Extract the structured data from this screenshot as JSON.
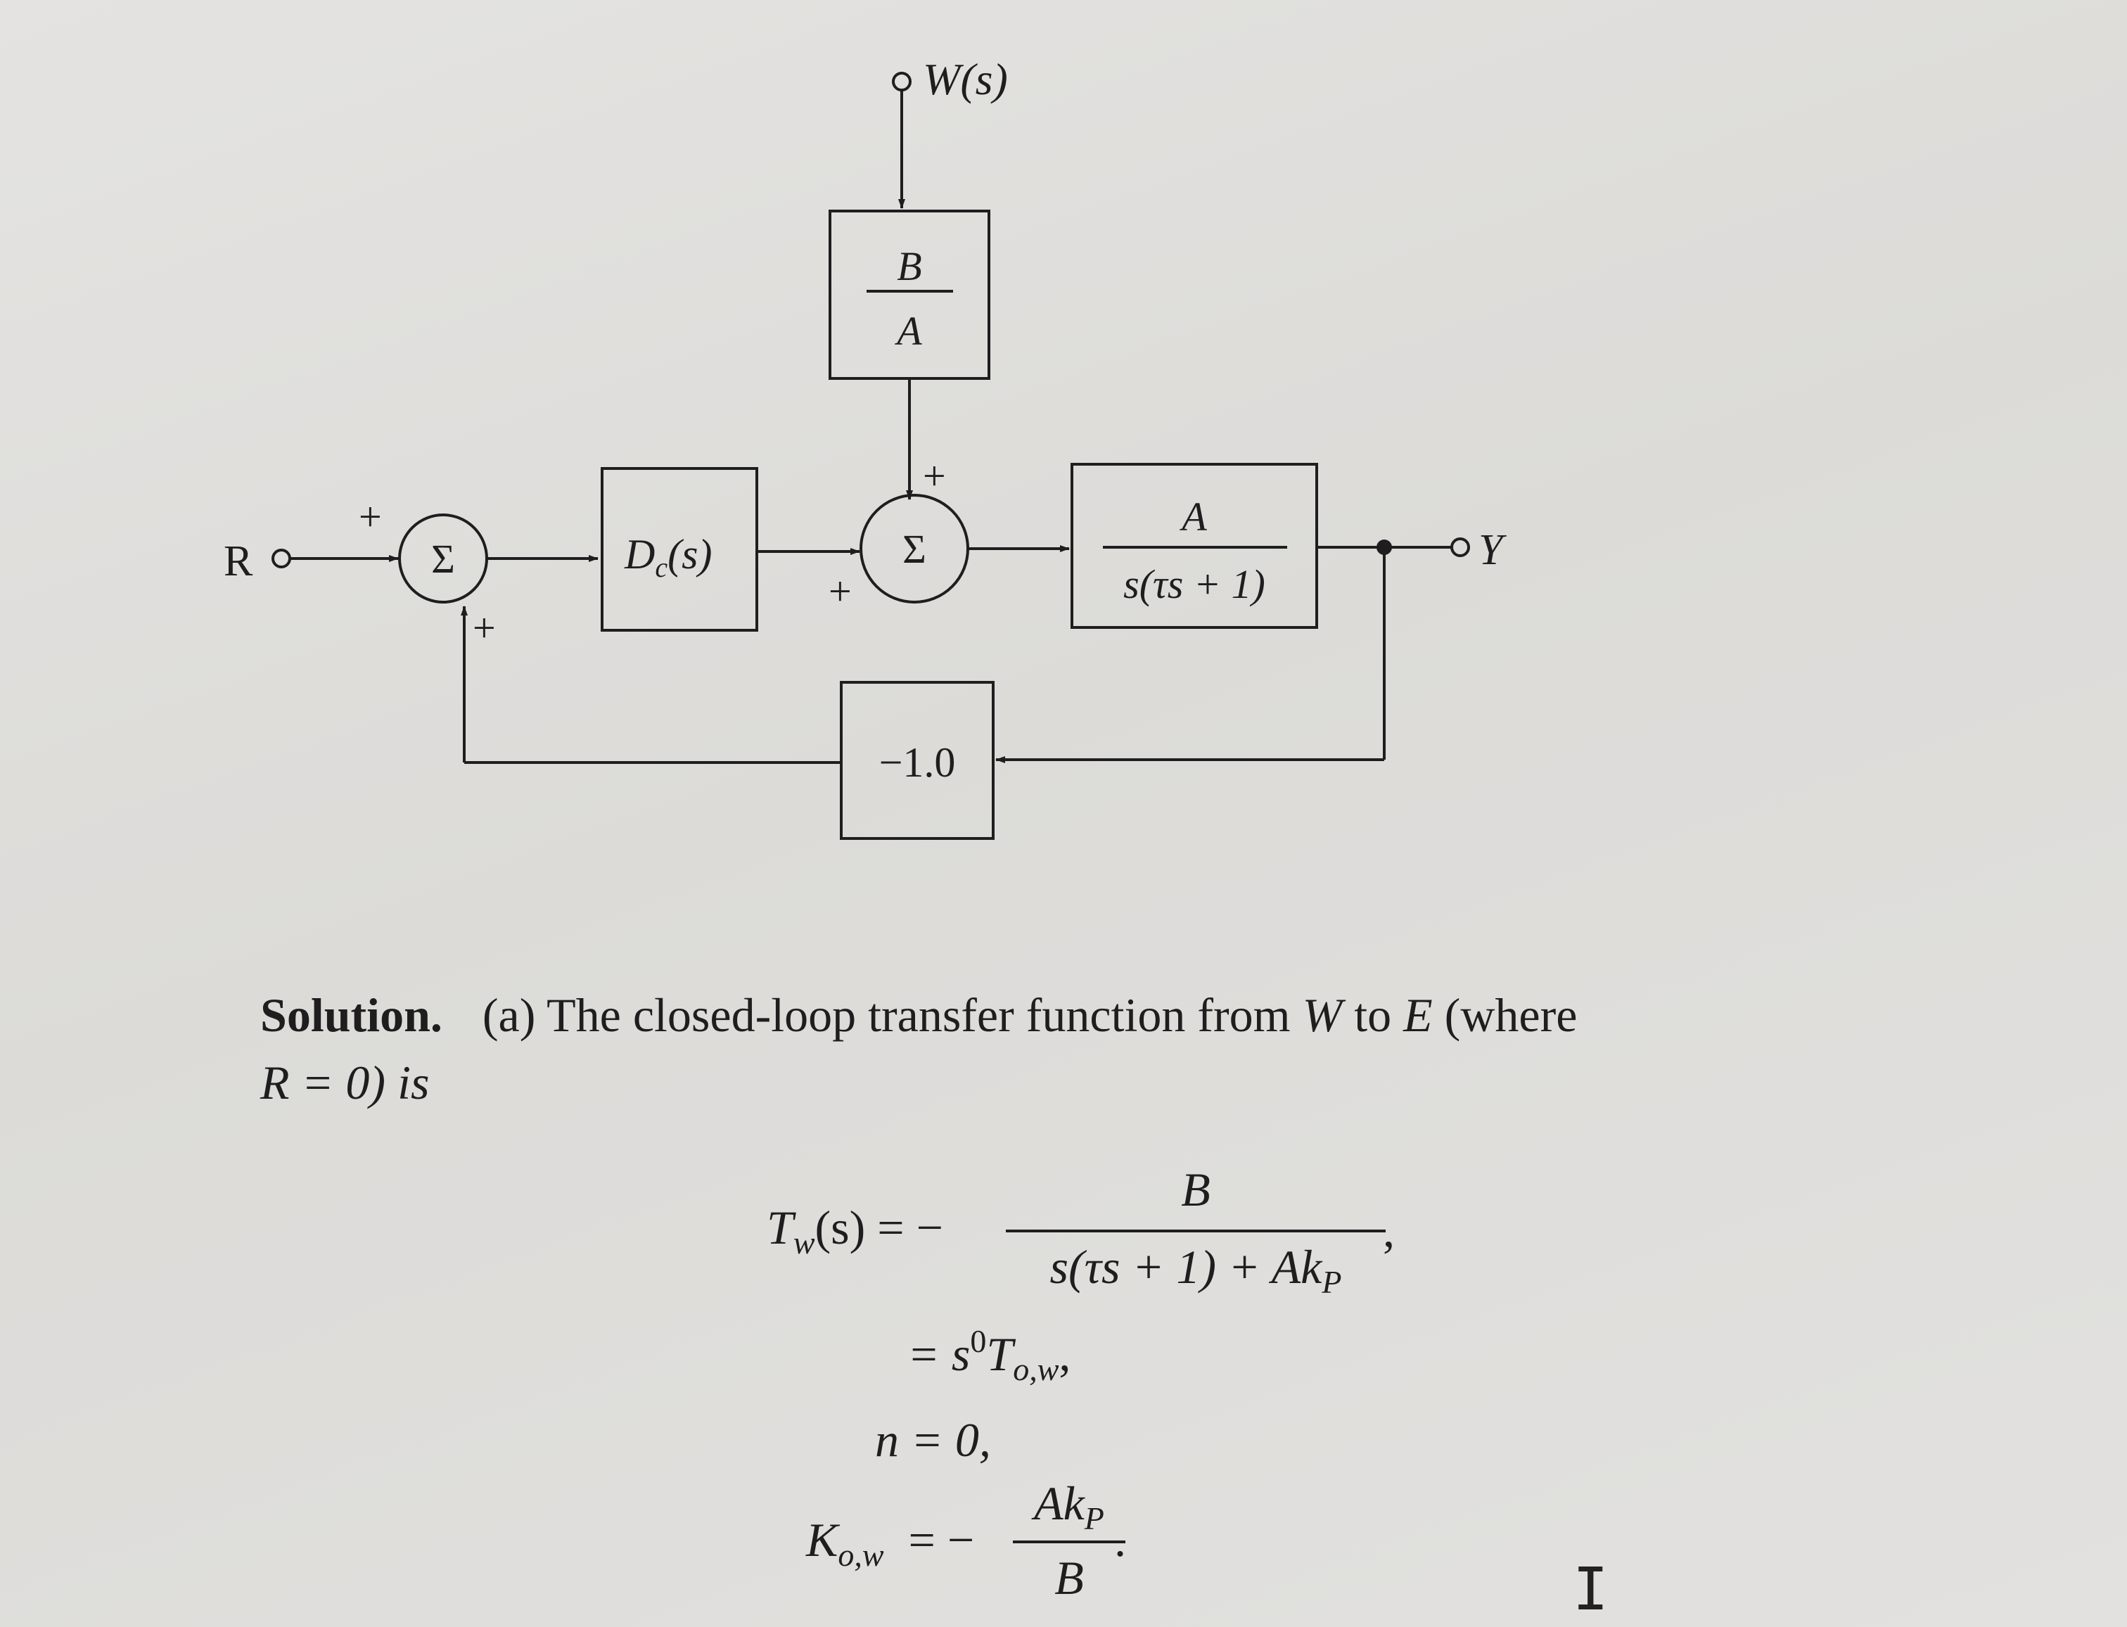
{
  "diagram": {
    "input_w": "W(s)",
    "block_disturbance": {
      "numerator": "B",
      "denominator": "A"
    },
    "input_r": "R",
    "output_y": "Y",
    "sum1_symbol": "Σ",
    "sum2_symbol": "Σ",
    "sign_r": "+",
    "sign_feedback": "+",
    "sign_w": "+",
    "sign_controller": "+",
    "block_controller": "D",
    "block_controller_sub": "c",
    "block_controller_arg": "(s)",
    "block_plant": {
      "numerator": "A",
      "denominator": "s(τs + 1)"
    },
    "block_feedback": "−1.0"
  },
  "solution": {
    "lead": "Solution.",
    "text_part1": "(a) The closed-loop transfer function from",
    "var_w": "W",
    "text_to": "to",
    "var_e": "E",
    "text_part2": "(where",
    "condition": "R = 0) is"
  },
  "equations": {
    "tw_lhs": "T",
    "tw_sub": "w",
    "tw_arg": "(s) = −",
    "tw_num": "B",
    "tw_den": "s(τs + 1) + Ak",
    "tw_den_sub": "P",
    "tw_comma": ",",
    "line2_prefix": "= s",
    "line2_sup": "0",
    "line2_T": "T",
    "line2_sub": "o,w",
    "line2_comma": ",",
    "line3": "n = 0,",
    "k_lhs": "K",
    "k_sub": "o,w",
    "k_eq": "= −",
    "k_num": "Ak",
    "k_num_sub": "P",
    "k_den": "B",
    "k_period": "."
  },
  "cursor_glyph": "I"
}
